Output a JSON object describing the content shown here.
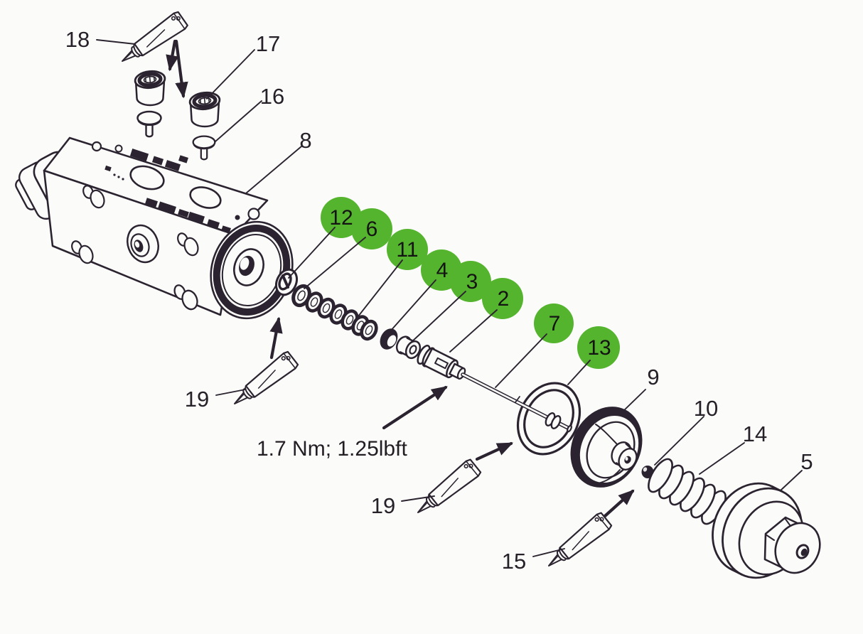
{
  "diagram": {
    "type": "exploded-parts-diagram",
    "torque_note": "1.7 Nm; 1.25lbft",
    "colors": {
      "highlight_green": "#55b42d",
      "line": "#2b2430",
      "background": "#fbfbf9"
    },
    "green_callouts": [
      "12",
      "6",
      "11",
      "4",
      "3",
      "2",
      "7",
      "13"
    ],
    "labels": {
      "n18": "18",
      "n17": "17",
      "n16": "16",
      "n8": "8",
      "n19_left": "19",
      "n19_mid": "19",
      "n15": "15",
      "n9": "9",
      "n10": "10",
      "n14": "14",
      "n5": "5"
    }
  }
}
